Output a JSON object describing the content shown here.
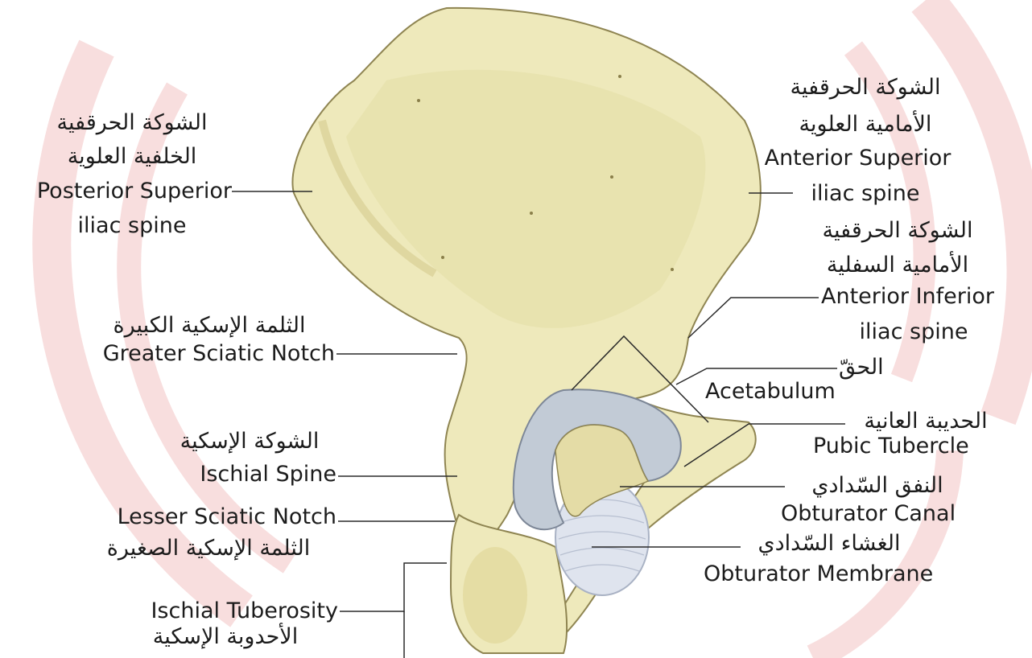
{
  "labels": {
    "psis": {
      "ar1": "الشوكة الحرقفية",
      "ar2": "الخلفية العلوية",
      "en1": "Posterior Superior",
      "en2": "iliac spine"
    },
    "asis": {
      "ar1": "الشوكة الحرقفية",
      "ar2": "الأمامية العلوية",
      "en1": "Anterior Superior",
      "en2": "iliac spine"
    },
    "aiis": {
      "ar1": "الشوكة الحرقفية",
      "ar2": "الأمامية السفلية",
      "en1": "Anterior Inferior",
      "en2": "iliac spine"
    },
    "gsn": {
      "ar": "الثلمة الإسكية الكبيرة",
      "en": "Greater Sciatic Notch"
    },
    "acet": {
      "ar": "الحقّ",
      "en": "Acetabulum"
    },
    "pubic": {
      "ar": "الحديبة العانية",
      "en": "Pubic Tubercle"
    },
    "ispine": {
      "ar": "الشوكة الإسكية",
      "en": "Ischial Spine"
    },
    "lsn": {
      "en": "Lesser Sciatic Notch",
      "ar": "الثلمة الإسكية الصغيرة"
    },
    "obcan": {
      "ar": "النفق السّدادي",
      "en": "Obturator Canal"
    },
    "obmem": {
      "ar": "الغشاء السّدادي",
      "en": "Obturator Membrane"
    },
    "ituber": {
      "en": "Ischial Tuberosity",
      "ar": "الأحدوبة الإسكية"
    }
  },
  "colors": {
    "background": "#ffffff",
    "watermark": "#f8dede",
    "bone": "#eee9bb",
    "bone_shadow": "#d8cf94",
    "bone_outline": "#8f8552",
    "cartilage": "#c2cbd6",
    "membrane": "#dfe4ee",
    "text": "#1c1c1c",
    "leader": "#2a2a2a"
  }
}
